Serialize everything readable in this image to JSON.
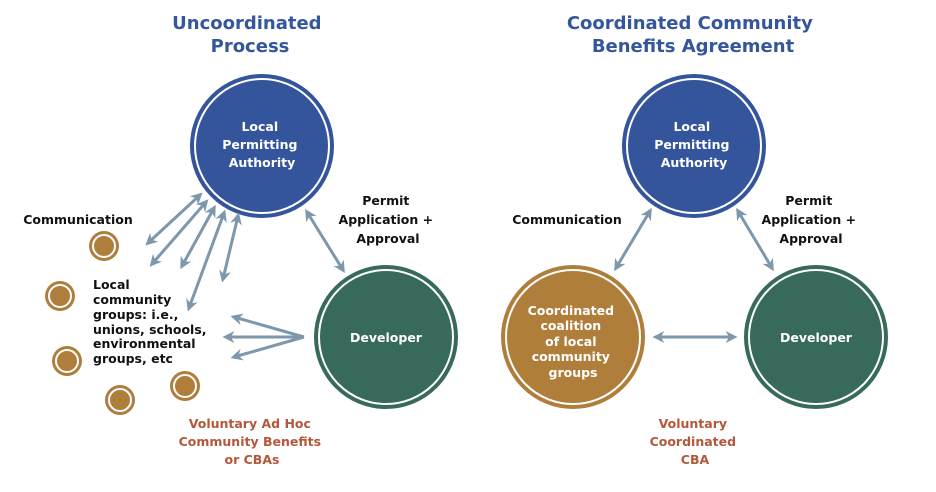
{
  "colors": {
    "title": "#34579c",
    "authority": "#34549b",
    "developer": "#376a5c",
    "community": "#b07e3b",
    "arrow": "#7d97ad",
    "cba_text": "#b5573a",
    "label": "#111111"
  },
  "left_panel": {
    "title": [
      "Uncoordinated",
      "Process"
    ],
    "authority": {
      "label": [
        "Local",
        "Permitting",
        "Authority"
      ]
    },
    "developer": {
      "label": [
        "Developer"
      ]
    },
    "communication_label": "Communication",
    "permit_label": [
      "Permit",
      "Application +",
      "Approval"
    ],
    "community_label": [
      "Local",
      "community",
      "groups: i.e.,",
      "unions, schools,",
      "environmental",
      "groups, etc"
    ],
    "community_group_count": 5,
    "cba_label": [
      "Voluntary Ad Hoc",
      "Community Benefits",
      "or CBAs"
    ]
  },
  "right_panel": {
    "title": [
      "Coordinated Community",
      "Benefits Agreement"
    ],
    "authority": {
      "label": [
        "Local",
        "Permitting",
        "Authority"
      ]
    },
    "coalition": {
      "label": [
        "Coordinated",
        "coalition",
        "of local",
        "community",
        "groups"
      ]
    },
    "developer": {
      "label": [
        "Developer"
      ]
    },
    "communication_label": "Communication",
    "permit_label": [
      "Permit",
      "Application +",
      "Approval"
    ],
    "cba_label": [
      "Voluntary",
      "Coordinated",
      "CBA"
    ]
  }
}
